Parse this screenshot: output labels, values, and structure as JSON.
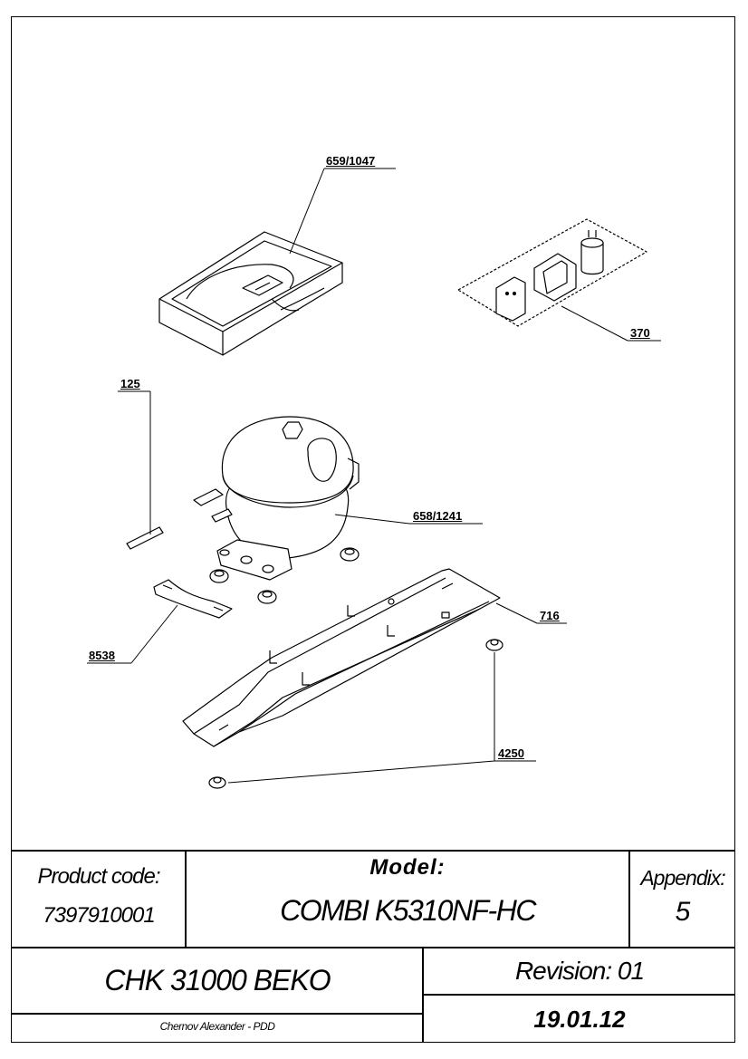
{
  "callouts": {
    "drain_tray": "659/1047",
    "electrical_kit": "370",
    "tube": "125",
    "compressor": "658/1241",
    "bracket": "716",
    "strap": "8538",
    "grommet": "4250"
  },
  "title_block": {
    "product_code_label": "Product code:",
    "product_code_value": "7397910001",
    "model_label": "Model:",
    "model_value": "COMBI K5310NF-HC",
    "appendix_label": "Appendix:",
    "appendix_value": "5",
    "chassis": "CHK 31000 BEKO",
    "author": "Chernov Alexander - PDD",
    "revision": "Revision: 01",
    "date": "19.01.12"
  }
}
